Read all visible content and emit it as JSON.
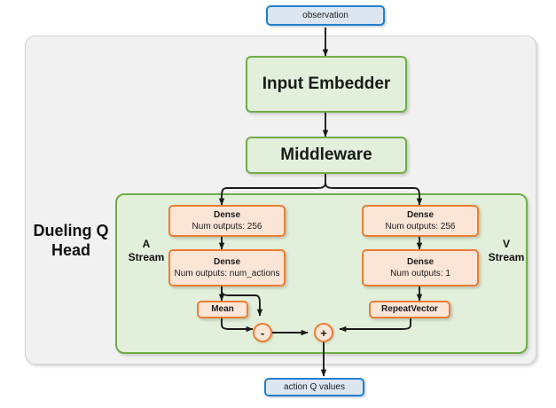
{
  "diagram": {
    "type": "flowchart",
    "title_label": "Dueling Q Head",
    "io": {
      "input_label": "observation",
      "output_label": "action Q values"
    },
    "backbone": [
      {
        "label": "Input Embedder"
      },
      {
        "label": "Middleware"
      }
    ],
    "streams": {
      "advantage": {
        "label_line1": "A",
        "label_line2": "Stream",
        "nodes": [
          {
            "title": "Dense",
            "sub": "Num outputs: 256"
          },
          {
            "title": "Dense",
            "sub": "Num outputs: num_actions"
          },
          {
            "title": "Mean",
            "sub": ""
          }
        ]
      },
      "value": {
        "label_line1": "V",
        "label_line2": "Stream",
        "nodes": [
          {
            "title": "Dense",
            "sub": "Num outputs: 256"
          },
          {
            "title": "Dense",
            "sub": "Num outputs: 1"
          },
          {
            "title": "RepeatVector",
            "sub": ""
          }
        ]
      }
    },
    "operators": {
      "subtract": "-",
      "add": "+"
    },
    "colors": {
      "io_fill": "#dce6f1",
      "io_border": "#1f7fd0",
      "module_fill": "#e2efda",
      "module_border": "#70ad47",
      "layer_fill": "#fbe5d6",
      "layer_border": "#ed7d31",
      "outer_fill": "#f1f1f1",
      "outer_border": "#d4d4d4",
      "arrow": "#1a1a1a"
    }
  }
}
